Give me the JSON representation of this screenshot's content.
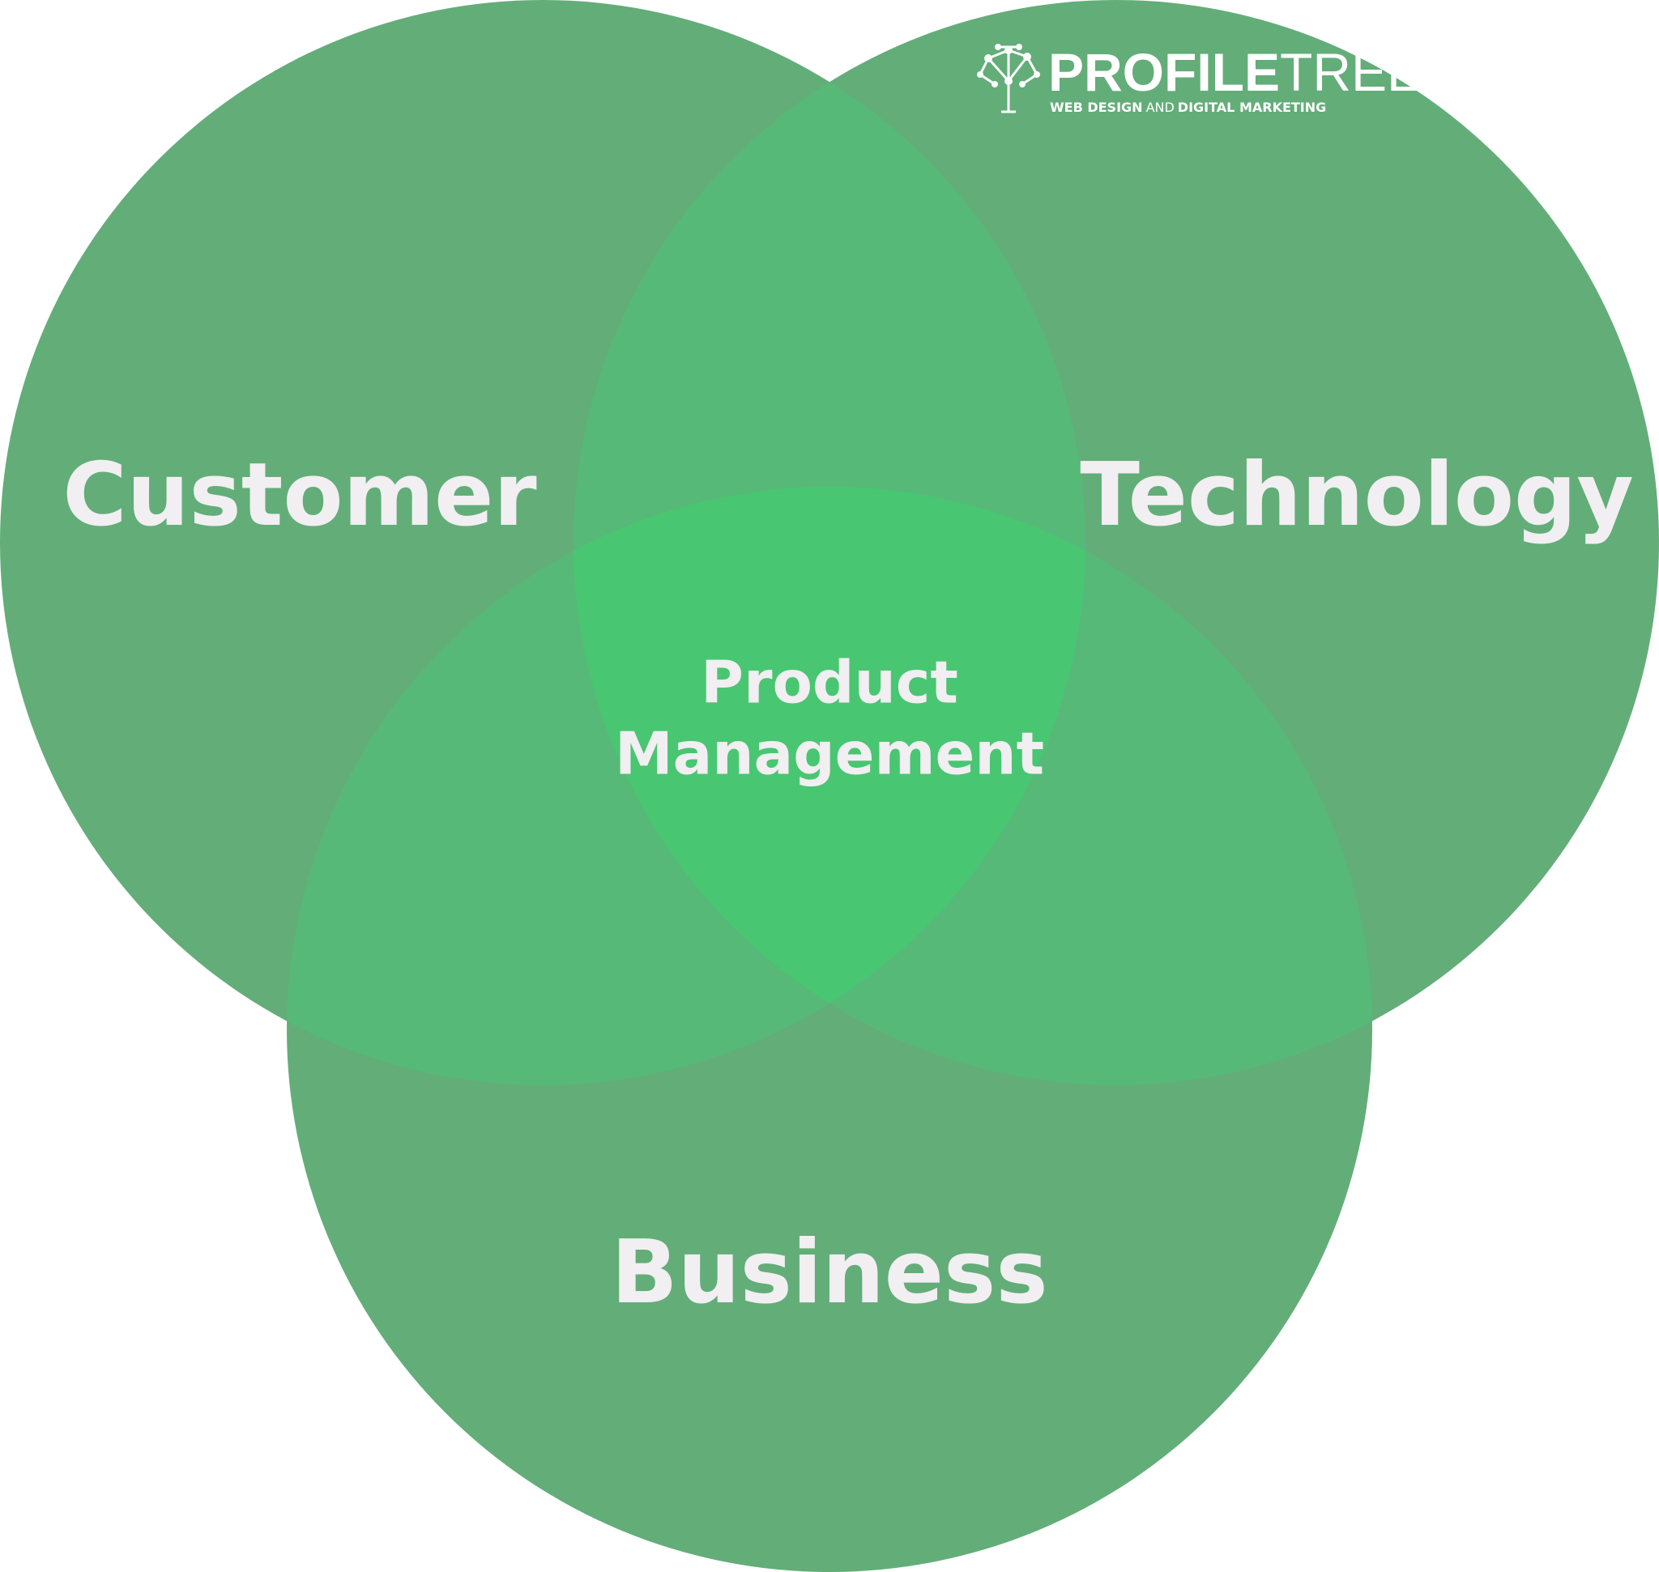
{
  "diagram": {
    "type": "venn",
    "sets": [
      {
        "key": "customer",
        "label": "Customer"
      },
      {
        "key": "technology",
        "label": "Technology"
      },
      {
        "key": "business",
        "label": "Business"
      }
    ],
    "center_label_line1": "Product",
    "center_label_line2": "Management",
    "colors": {
      "circle_fill": "#63ad79",
      "overlap_two": "#57b977",
      "overlap_three": "#49c671",
      "label_text": "#f1eff2"
    }
  },
  "logo": {
    "brand_bold": "PROFILE",
    "brand_thin": "TREE",
    "tagline_bold_1": "WEB DESIGN",
    "tagline_thin": "AND",
    "tagline_bold_2": "DIGITAL MARKETING",
    "icon": "tree-network-icon"
  }
}
